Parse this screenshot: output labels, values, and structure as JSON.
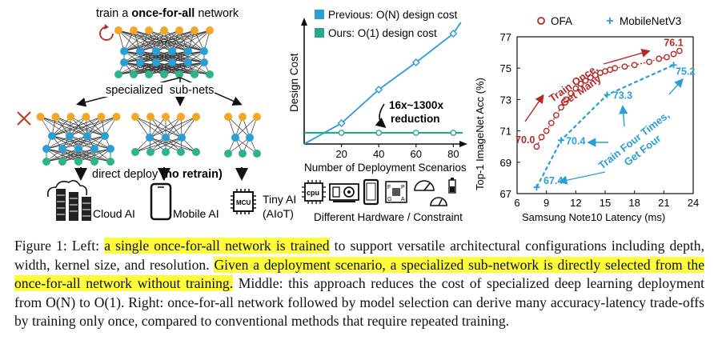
{
  "left": {
    "title_prefix": "train a ",
    "title_bold": "once-for-all",
    "title_suffix": " network",
    "specialized_label": "specialized  sub-nets",
    "deploy_prefix": "direct deploy ",
    "deploy_bold": "(no retrain)",
    "targets": [
      "Cloud AI",
      "Mobile AI",
      "Tiny AI",
      "(AIoT)"
    ],
    "mcu_chip": "MCU",
    "colors": {
      "orange": "#f5a623",
      "blue": "#2a9fd6",
      "green": "#2cb48a",
      "red": "#c0392b"
    }
  },
  "middle_chart": {
    "chart_data": {
      "type": "line",
      "title": "",
      "xlabel": "Number of Deployment Scenarios",
      "ylabel": "Design Cost",
      "x": [
        20,
        40,
        60,
        80
      ],
      "xlim": [
        0,
        85
      ],
      "series": [
        {
          "name": "Previous: O(N) design cost",
          "values": [
            1.3,
            3.4,
            5.1,
            6.9
          ],
          "color": "#2a9fd6"
        },
        {
          "name": "Ours: O(1) design cost",
          "values": [
            0.7,
            0.7,
            0.7,
            0.7
          ],
          "color": "#2aa88a"
        }
      ],
      "annotation": [
        "16x~1300x",
        "reduction"
      ],
      "xticks": [
        "20",
        "40",
        "60",
        "80"
      ]
    },
    "hw_caption": "Different Hardware / Constraint",
    "cpu_chip": "cpu",
    "fpga_letters": [
      "F",
      "P",
      "G",
      "A"
    ]
  },
  "right_chart": {
    "chart_data": {
      "type": "scatter",
      "xlabel": "Samsung Note10 Latency (ms)",
      "ylabel": "Top-1 ImageNet Acc (%)",
      "xlim": [
        6,
        24
      ],
      "ylim": [
        67,
        77
      ],
      "xticks": [
        "6",
        "9",
        "12",
        "15",
        "18",
        "21",
        "24"
      ],
      "yticks": [
        "67",
        "69",
        "71",
        "73",
        "75",
        "77"
      ],
      "series": [
        {
          "name": "OFA",
          "color": "#b3292a",
          "marker": "circle",
          "x": [
            8.0,
            8.5,
            9.0,
            9.5,
            10.0,
            10.5,
            11.0,
            11.5,
            12.0,
            12.5,
            13.0,
            13.5,
            14.0,
            14.5,
            15.0,
            15.5,
            16.0,
            17.0,
            18.0,
            19.5,
            20.5,
            21.3,
            22.0,
            22.6
          ],
          "values": [
            70.0,
            70.6,
            71.0,
            71.5,
            72.0,
            72.5,
            73.0,
            73.4,
            73.7,
            74.0,
            74.2,
            74.4,
            74.55,
            74.7,
            74.8,
            74.9,
            75.0,
            75.1,
            75.2,
            75.4,
            75.6,
            75.7,
            75.9,
            76.1
          ]
        },
        {
          "name": "MobileNetV3",
          "color": "#2a9fd6",
          "marker": "plus",
          "x": [
            8.0,
            10.5,
            15.2,
            22.0
          ],
          "values": [
            67.4,
            70.4,
            73.3,
            75.2
          ]
        }
      ],
      "point_labels": {
        "ofa_low": "70.0",
        "ofa_high": "76.1",
        "mbv3": [
          "67.4",
          "70.4",
          "73.3",
          "75.2"
        ]
      },
      "annotations": [
        {
          "lines": [
            "Train Once,",
            "Get Many"
          ],
          "color": "#b3292a"
        },
        {
          "lines": [
            "Train Four Times,",
            "Get Four"
          ],
          "color": "#2a9fd6"
        }
      ]
    }
  },
  "caption": {
    "p1": "Figure 1: Left: ",
    "h1": "a single once-for-all network is trained",
    "p2": " to support versatile architectural configurations including depth, width, kernel size, and resolution. ",
    "h2": "Given a deployment scenario, a specialized sub-network is directly selected from the once-for-all network without training.",
    "p3": " Middle: this approach reduces the cost of specialized deep learning deployment from O(N) to O(1). Right: once-for-all network followed by model selection can derive many accuracy-latency trade-offs by training only once, compared to conventional methods that require repeated training."
  }
}
